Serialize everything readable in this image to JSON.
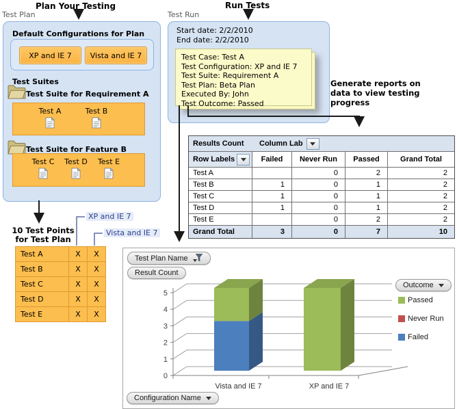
{
  "header": {
    "plan_your_testing": "Plan Your Testing",
    "test_plan": "Test Plan",
    "run_tests": "Run Tests",
    "test_run": "Test Run",
    "generate_reports": "Generate reports on data to view testing progress"
  },
  "test_plan_box": {
    "default_config_title": "Default Configurations for Plan",
    "configs": [
      "XP and IE 7",
      "Vista and IE 7"
    ],
    "test_suites_title": "Test Suites",
    "suites": [
      {
        "name": "Test Suite for Requirement A",
        "tests": [
          "Test A",
          "Test B"
        ]
      },
      {
        "name": "Test Suite for Feature B",
        "tests": [
          "Test C",
          "Test D",
          "Test E"
        ]
      }
    ]
  },
  "test_run_box": {
    "start_date": "Start date: 2/2/2010",
    "end_date": "End date: 2/2/2010",
    "note_lines": [
      "Test Case: Test A",
      "Test Configuration: XP and IE 7",
      "Test Suite: Requirement A",
      "Test Plan: Beta Plan",
      "Executed By: John",
      "Test Outcome: Passed"
    ]
  },
  "test_points": {
    "title_line1": "10 Test Points",
    "title_line2": "for Test Plan",
    "config_labels": [
      "XP and IE 7",
      "Vista and IE 7"
    ],
    "rows": [
      "Test A",
      "Test B",
      "Test C",
      "Test D",
      "Test E"
    ],
    "mark": "X"
  },
  "results_table": {
    "title": "Results Count",
    "column_field": "Column Lab",
    "row_field": "Row Labels",
    "columns": [
      "Failed",
      "Never Run",
      "Passed",
      "Grand Total"
    ],
    "rows": [
      {
        "name": "Test A",
        "failed": "",
        "never_run": "0",
        "passed": "2",
        "total": "2"
      },
      {
        "name": "Test B",
        "failed": "1",
        "never_run": "0",
        "passed": "1",
        "total": "2"
      },
      {
        "name": "Test C",
        "failed": "1",
        "never_run": "0",
        "passed": "1",
        "total": "2"
      },
      {
        "name": "Test D",
        "failed": "1",
        "never_run": "0",
        "passed": "1",
        "total": "2"
      },
      {
        "name": "Test E",
        "failed": "",
        "never_run": "0",
        "passed": "2",
        "total": "2"
      }
    ],
    "grand_total": {
      "name": "Grand Total",
      "failed": "3",
      "never_run": "0",
      "passed": "7",
      "total": "10"
    }
  },
  "chart_buttons": {
    "filter_field": "Test Plan Name",
    "value_field": "Result Count",
    "legend_field": "Outcome",
    "category_field": "Configuration Name"
  },
  "chart_data": {
    "type": "bar",
    "subtype": "3d-stacked-column",
    "categories": [
      "Vista and IE 7",
      "XP and IE 7"
    ],
    "series": [
      {
        "name": "Failed",
        "color": "#4c7fbd",
        "values": [
          3,
          0
        ]
      },
      {
        "name": "Passed",
        "color": "#9cbb59",
        "values": [
          2,
          5
        ]
      }
    ],
    "legend": [
      {
        "label": "Passed",
        "color": "#9cbb59"
      },
      {
        "label": "Never Run",
        "color": "#c0504d"
      },
      {
        "label": "Failed",
        "color": "#4c7fbd"
      }
    ],
    "ylim": [
      0,
      5
    ],
    "yticks": [
      0,
      1,
      2,
      3,
      4,
      5
    ],
    "grid": true,
    "legend_position": "right"
  },
  "colors": {
    "box_blue": "#d5e3f3",
    "box_border": "#8db4e2",
    "orange": "#fcbe4e",
    "note_yellow": "#fbfac9",
    "table_header": "#d9e2ef",
    "passed_green": "#9cbb59",
    "failed_blue": "#4c7fbd",
    "never_run_red": "#c0504d"
  }
}
